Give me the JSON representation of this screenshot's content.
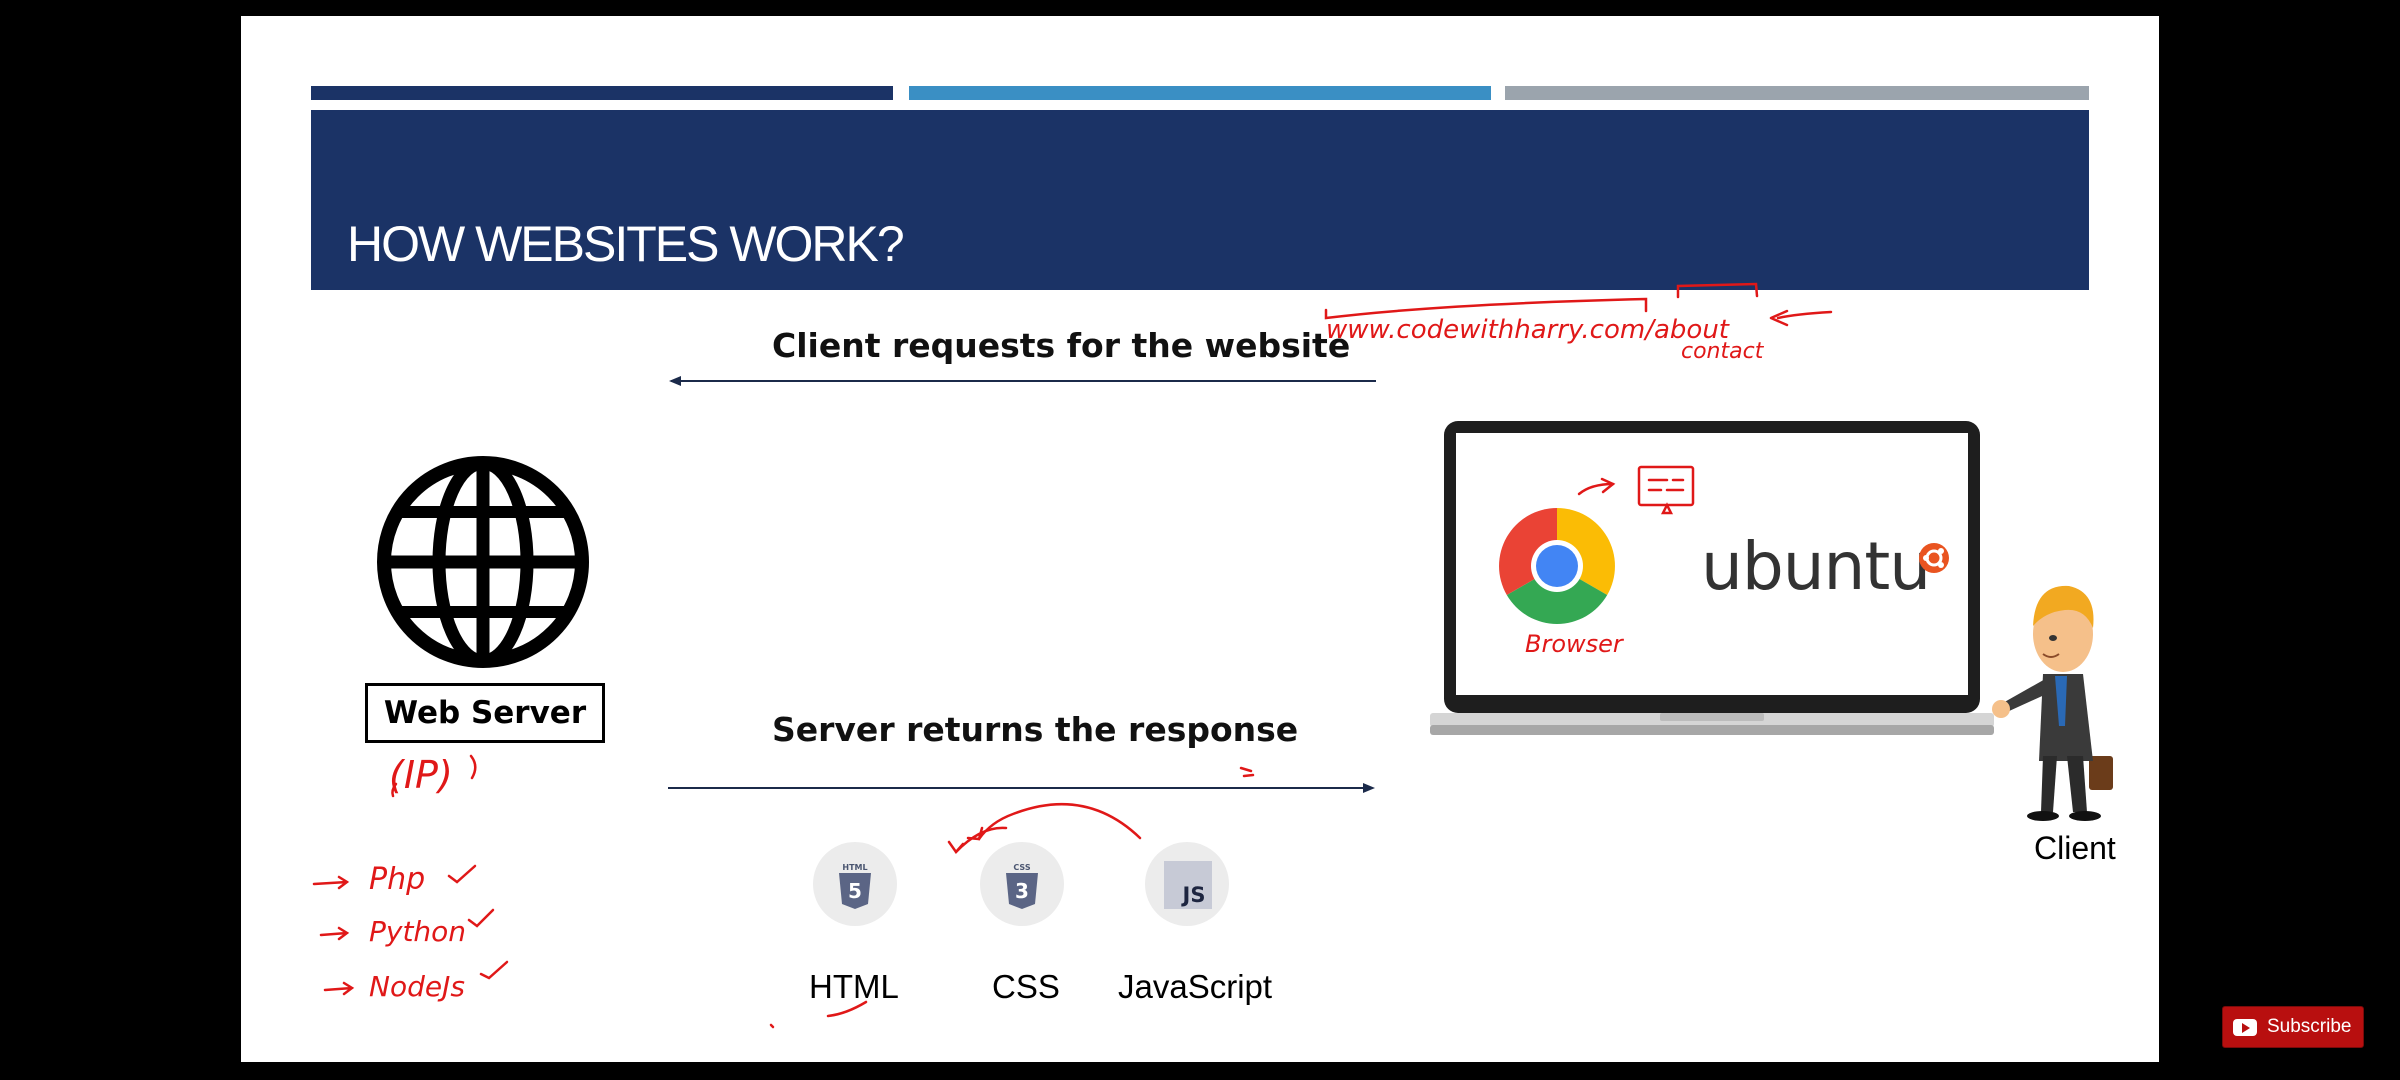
{
  "slide": {
    "title": "HOW WEBSITES WORK?",
    "request_label": "Client requests for the website",
    "response_label": "Server returns the response",
    "web_server_label": "Web Server",
    "client_label": "Client",
    "languages": [
      "HTML",
      "CSS",
      "JavaScript"
    ],
    "icon_badges": {
      "html": "HTML",
      "css": "CSS",
      "js": "JS"
    },
    "ubuntu_wordmark": "ubuntu"
  },
  "annotations": {
    "url": "www.codewithharry.com/about",
    "contact": "contact",
    "browser": "Browser",
    "ip": "(IP)",
    "backend": [
      "Php",
      "Python",
      "NodeJs"
    ]
  },
  "player": {
    "subscribe_label": "Subscribe"
  },
  "colors": {
    "navy": "#1b3366",
    "blue": "#3a8fc4",
    "gray": "#9ba4ad",
    "ink": "#e01818"
  }
}
